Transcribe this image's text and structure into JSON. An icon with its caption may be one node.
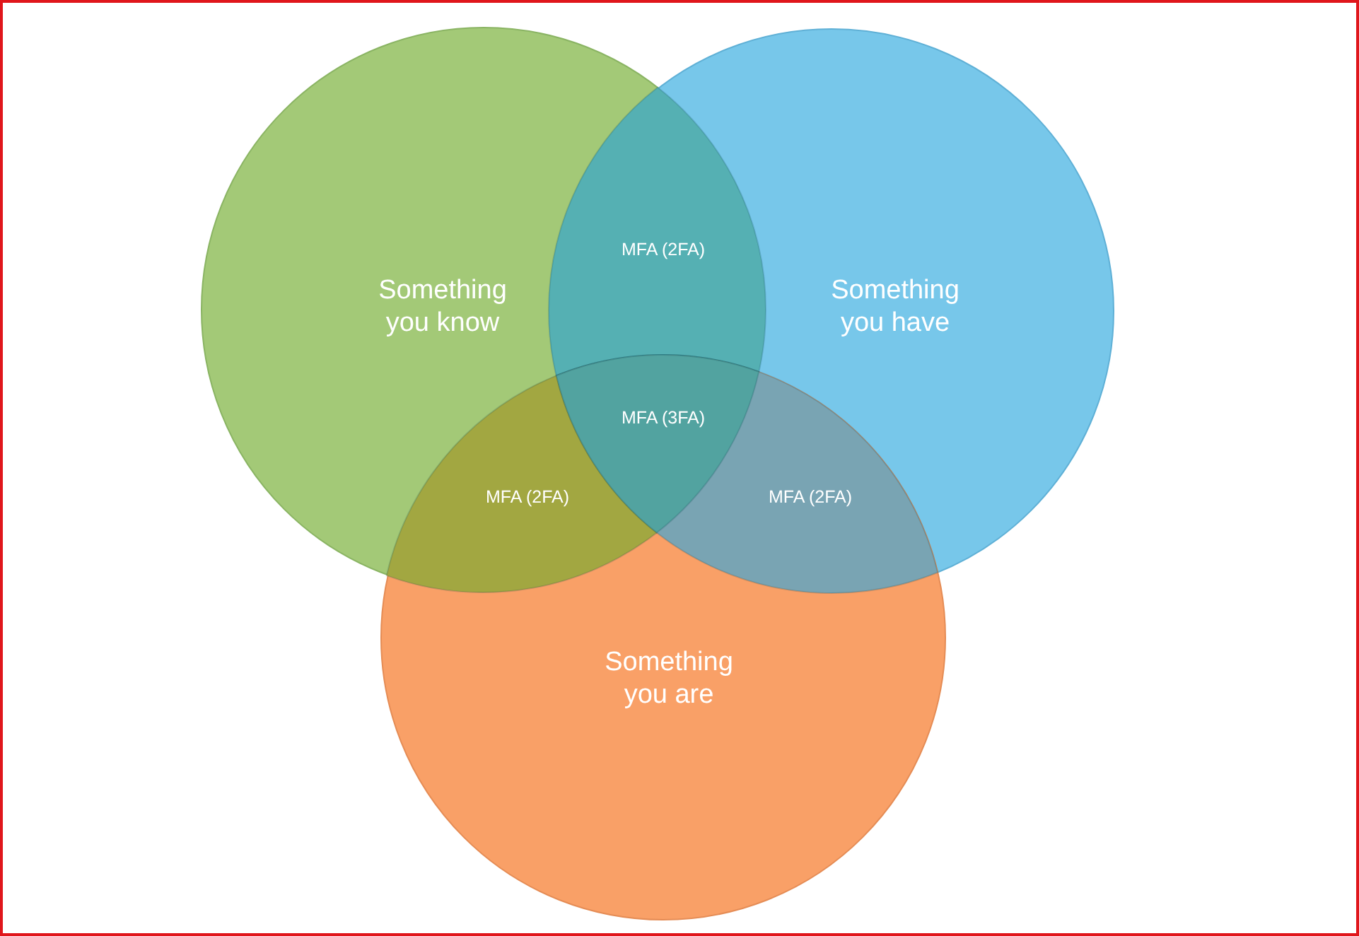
{
  "diagram": {
    "nodes": [
      {
        "text": [
          "Something you know"
        ]
      },
      {
        "text": [
          "Something you have"
        ]
      },
      {
        "text": [
          "Something you are"
        ]
      }
    ],
    "labels": [
      "MFA (2FA)",
      "MFA (3FA)",
      "MFA (2FA)",
      "MFA (2FA)"
    ]
  }
}
